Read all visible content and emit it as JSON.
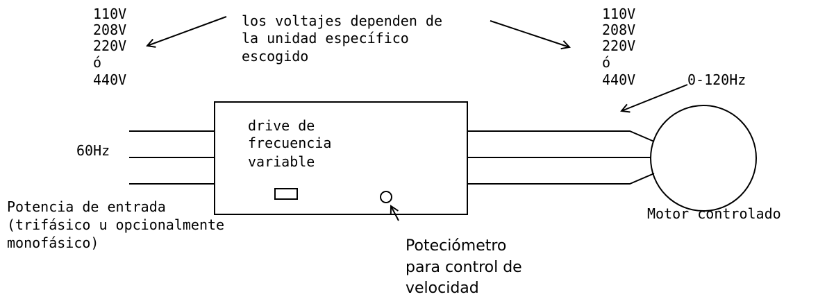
{
  "voltages_left": [
    "110V",
    "208V",
    "220V",
    "ó",
    "440V"
  ],
  "voltages_right": [
    "110V",
    "208V",
    "220V",
    "ó",
    "440V"
  ],
  "note": [
    "los voltajes dependen de",
    "la unidad específico",
    "escogido"
  ],
  "frequency_in": "60Hz",
  "frequency_out": "0-120Hz",
  "drive_label": [
    "drive de",
    "frecuencia",
    "variable"
  ],
  "input_power": [
    "Potencia de entrada",
    "(trifásico u opcionalmente",
    "monofásico)"
  ],
  "motor_label": "Motor controlado",
  "potentiometer_label": [
    "Poteciómetro",
    "para control de",
    "velocidad"
  ]
}
